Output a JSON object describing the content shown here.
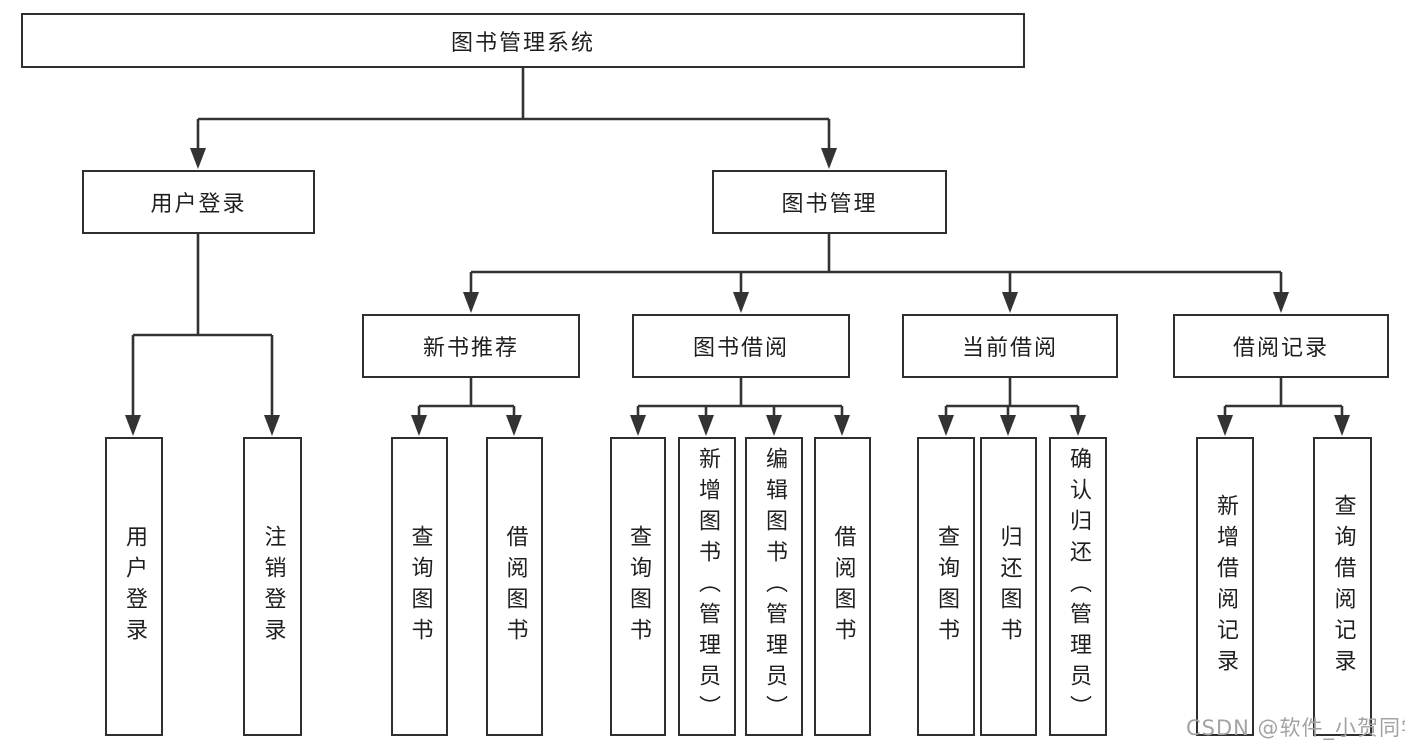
{
  "tree": {
    "root": {
      "label": "图书管理系统"
    },
    "branches": [
      {
        "label": "用户登录",
        "children": [
          {
            "label": "用户登录"
          },
          {
            "label": "注销登录"
          }
        ]
      },
      {
        "label": "图书管理",
        "children": [
          {
            "label": "新书推荐",
            "children": [
              {
                "label": "查询图书"
              },
              {
                "label": "借阅图书"
              }
            ]
          },
          {
            "label": "图书借阅",
            "children": [
              {
                "label": "查询图书"
              },
              {
                "label": "新增图书（管理员）"
              },
              {
                "label": "编辑图书（管理员）"
              },
              {
                "label": "借阅图书"
              }
            ]
          },
          {
            "label": "当前借阅",
            "children": [
              {
                "label": "查询图书"
              },
              {
                "label": "归还图书"
              },
              {
                "label": "确认归还（管理员）"
              }
            ]
          },
          {
            "label": "借阅记录",
            "children": [
              {
                "label": "新增借阅记录"
              },
              {
                "label": "查询借阅记录"
              }
            ]
          }
        ]
      }
    ]
  },
  "watermark": {
    "text": "CSDN @软件_小贺同学"
  },
  "colors": {
    "line": "#333333",
    "box_border": "#2f2f2f",
    "text": "#1f1f1f",
    "watermark": "#a3a3a3",
    "background": "#ffffff"
  }
}
